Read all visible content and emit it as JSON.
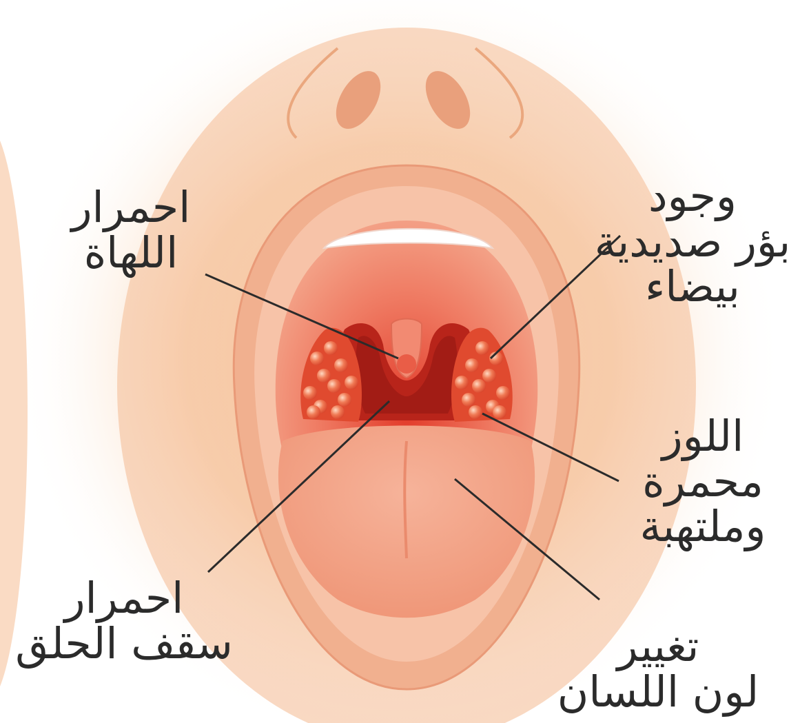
{
  "labels": {
    "uvula": [
      "احمرار",
      "اللهاة"
    ],
    "pus": [
      "وجود",
      "بؤر صديدية",
      "بيضاء"
    ],
    "tonsils": [
      "اللوز",
      "محمرة",
      "وملتهبة"
    ],
    "throat": [
      "احمرار",
      "سقف الحلق"
    ],
    "tongue": [
      "تغيير",
      "لون اللسان"
    ]
  },
  "colors": {
    "skin": "#f7d2b3",
    "glow": "#f6b27e",
    "lip": "#f0ad8f",
    "palate": "#ee7e66",
    "throat": "#c4291d",
    "tonsil": "#e04a2f",
    "tongue": "#f3a487",
    "text": "#2b2b2b"
  }
}
